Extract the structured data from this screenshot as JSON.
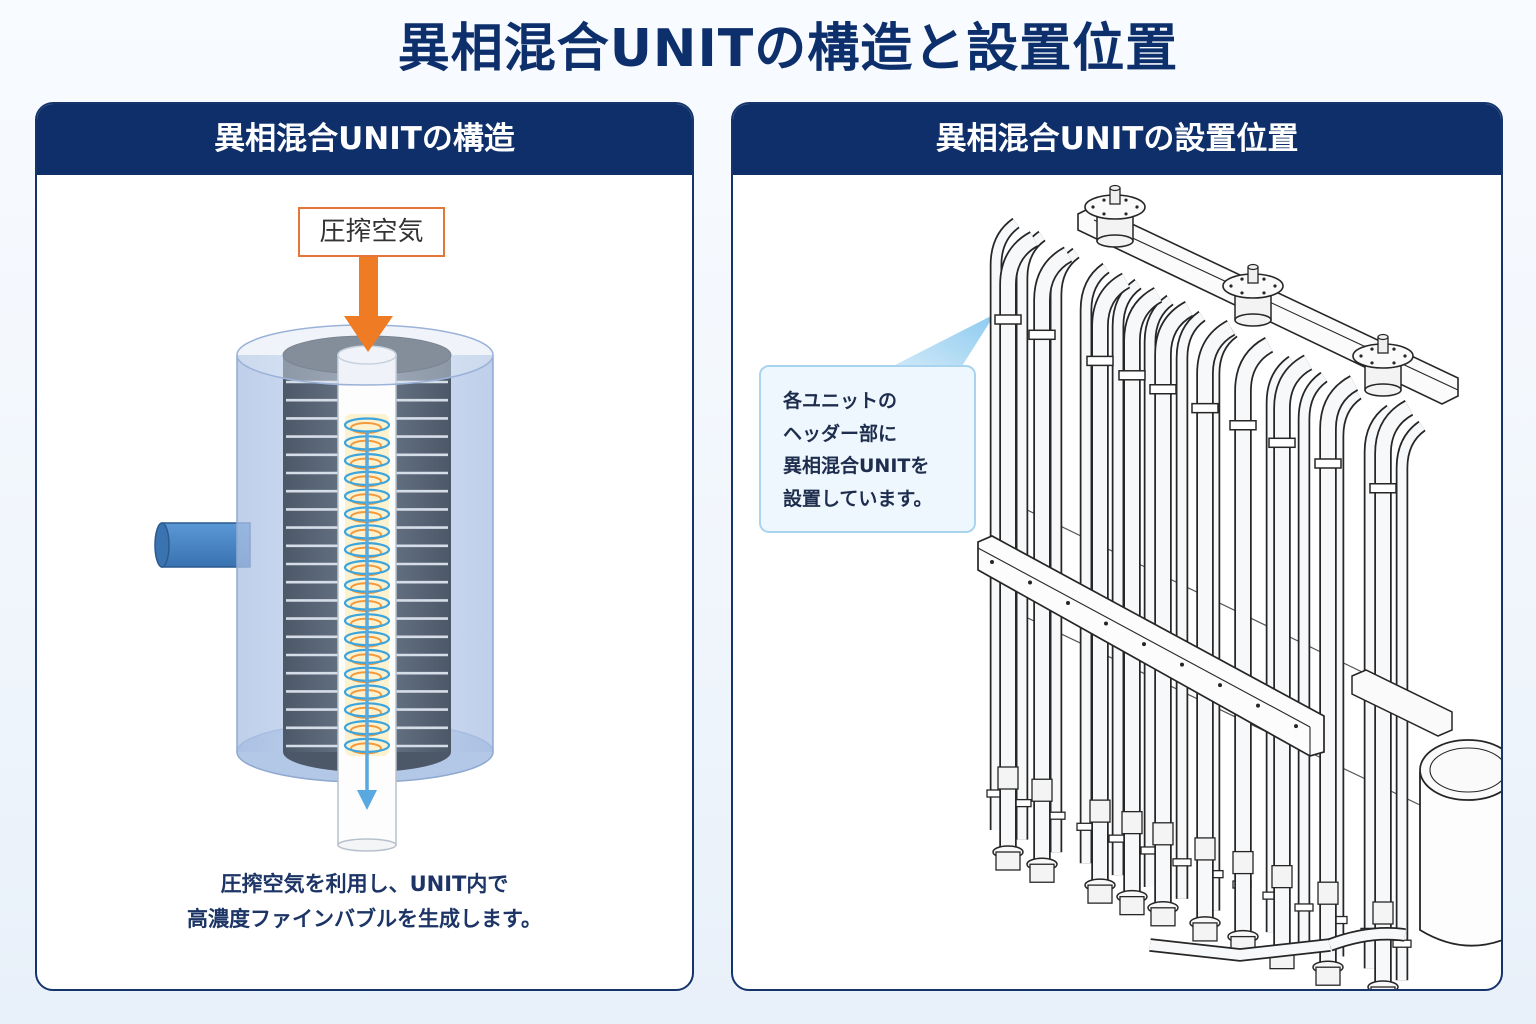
{
  "title": "異相混合UNITの構造と設置位置",
  "left_panel": {
    "header": "異相混合UNITの構造",
    "label": "圧搾空気",
    "caption": [
      "圧搾空気を利用し、UNIT内で",
      "高濃度ファインバブルを生成します。"
    ]
  },
  "right_panel": {
    "header": "異相混合UNITの設置位置",
    "callout": [
      "各ユニットの",
      "ヘッダー部に",
      "異相混合UNITを",
      "設置しています。"
    ]
  },
  "colors": {
    "navy": "#0e2f6a",
    "air_arrow": "#ef7b24",
    "flow_blue": "#3da5dc",
    "spiral_orange": "#f39a3c",
    "callout_border": "#a9d4f0"
  }
}
